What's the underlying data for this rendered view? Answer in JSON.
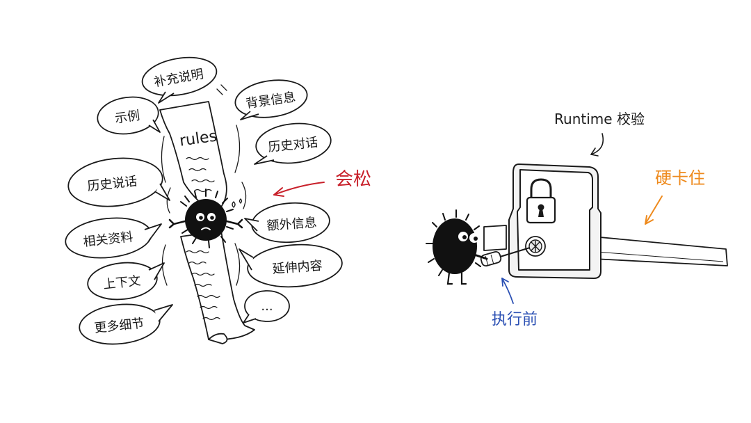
{
  "left_panel": {
    "scroll_title": "rules",
    "annotation": "会松",
    "bubbles": [
      {
        "id": "supplement",
        "label": "补充说明"
      },
      {
        "id": "background",
        "label": "背景信息"
      },
      {
        "id": "example",
        "label": "示例"
      },
      {
        "id": "history-chat",
        "label": "历史对话"
      },
      {
        "id": "history-talk",
        "label": "历史说话"
      },
      {
        "id": "extra",
        "label": "额外信息"
      },
      {
        "id": "related",
        "label": "相关资料"
      },
      {
        "id": "extended",
        "label": "延伸内容"
      },
      {
        "id": "context",
        "label": "上下文"
      },
      {
        "id": "ellipsis",
        "label": "..."
      },
      {
        "id": "more-detail",
        "label": "更多细节"
      }
    ]
  },
  "right_panel": {
    "runtime_label": "Runtime 校验",
    "stuck_label": "硬卡住",
    "before_exec_label": "执行前"
  },
  "colors": {
    "ink": "#1a1a1a",
    "red": "#c8202a",
    "orange": "#ee8a1d",
    "blue": "#2a4fb3"
  }
}
